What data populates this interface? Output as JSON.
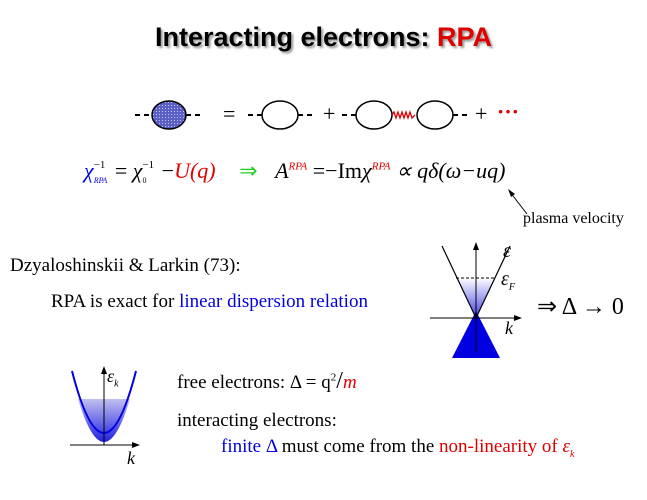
{
  "title": {
    "main": "Interacting electrons: ",
    "highlight": "RPA"
  },
  "diagram": {
    "equals": "=",
    "plus1": "+",
    "plus2": "+",
    "ellipsis": "···"
  },
  "equation": {
    "chi": "χ",
    "rpa_sub": "RPA",
    "inv_sup": "−1",
    "eq": "=",
    "chi0": "χ",
    "zero_sub": "0",
    "minus": "−",
    "U": "U",
    "q_paren": "(q)",
    "implies": "⇒",
    "A": "A",
    "rpa_sup": "RPA",
    "eq2": "=−Im",
    "chi2": "χ",
    "rpa_sup2": "RPA",
    "propto": "∝ qδ(ω−uq)"
  },
  "annotation": "plasma velocity",
  "reference": "Dzyaloshinskii & Larkin (73):",
  "rpa_exact": {
    "prefix": "RPA is exact for ",
    "highlight": "linear dispersion relation"
  },
  "dirac_plot": {
    "y_label": "ε",
    "fermi_label": "ε",
    "fermi_sub": "F",
    "x_label": "k"
  },
  "result": "⇒  Δ → 0",
  "parabola_plot": {
    "y_label": "ε",
    "y_sub": "k",
    "x_label": "k"
  },
  "free_electrons": {
    "prefix": "free electrons: Δ = q",
    "sup": "2",
    "slash": "/",
    "m": "m"
  },
  "interacting": {
    "line1": "interacting electrons:",
    "finite": "finite Δ",
    "middle": " must come from the ",
    "nonlin": "non-linearity of ",
    "eps": "ε",
    "eps_sub": "k"
  },
  "colors": {
    "blue": "#0000e0",
    "red": "#e00000",
    "green": "#20d020"
  }
}
